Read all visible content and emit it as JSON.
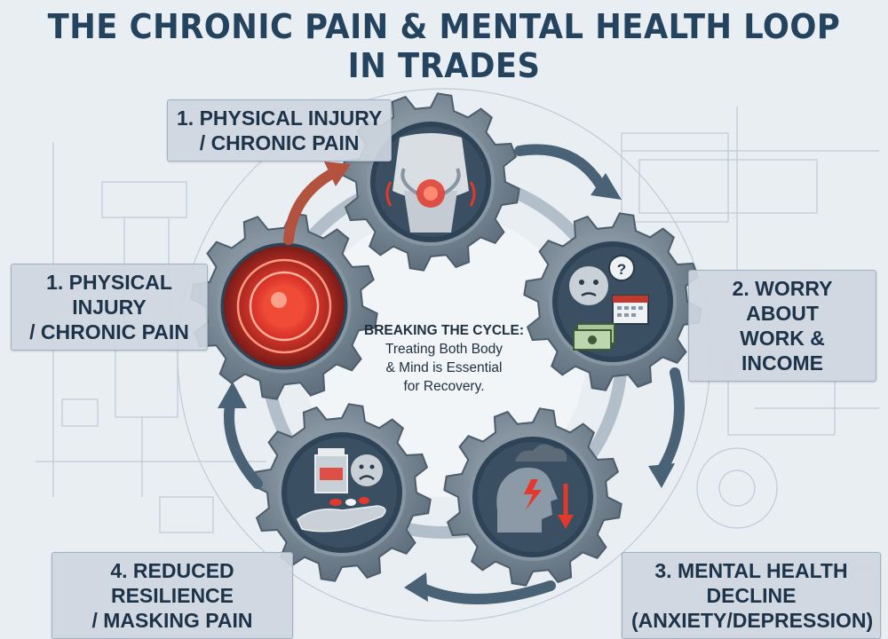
{
  "title": "THE CHRONIC PAIN & MENTAL HEALTH LOOP IN TRADES",
  "labels": {
    "top": [
      "1. PHYSICAL INJURY",
      "/ CHRONIC PAIN"
    ],
    "left": [
      "1. PHYSICAL INJURY",
      "/ CHRONIC PAIN"
    ],
    "right": [
      "2. WORRY ABOUT",
      "WORK & INCOME"
    ],
    "bottom_right": [
      "3. MENTAL HEALTH DECLINE",
      "(ANXIETY/DEPRESSION)"
    ],
    "bottom_left": [
      "4. REDUCED RESILIENCE",
      "/ MASKING PAIN"
    ]
  },
  "center": {
    "heading": "BREAKING THE CYCLE:",
    "lines": [
      "Treating Both Body",
      "& Mind is Essential",
      "for Recovery."
    ]
  },
  "icons": [
    "back-pain-icon",
    "pain-target-icon",
    "worried-face-icon",
    "calendar-icon",
    "money-icon",
    "head-storm-icon",
    "pill-bottle-icon",
    "pills-in-hand-icon",
    "sad-face-icon"
  ],
  "colors": {
    "title": "#24435e",
    "gear": "#6f7f8d",
    "gear_inner": "#3a4f62",
    "pain_red": "#e2392c",
    "arrow": "#4a6275",
    "label_bg": "#ced6df"
  }
}
